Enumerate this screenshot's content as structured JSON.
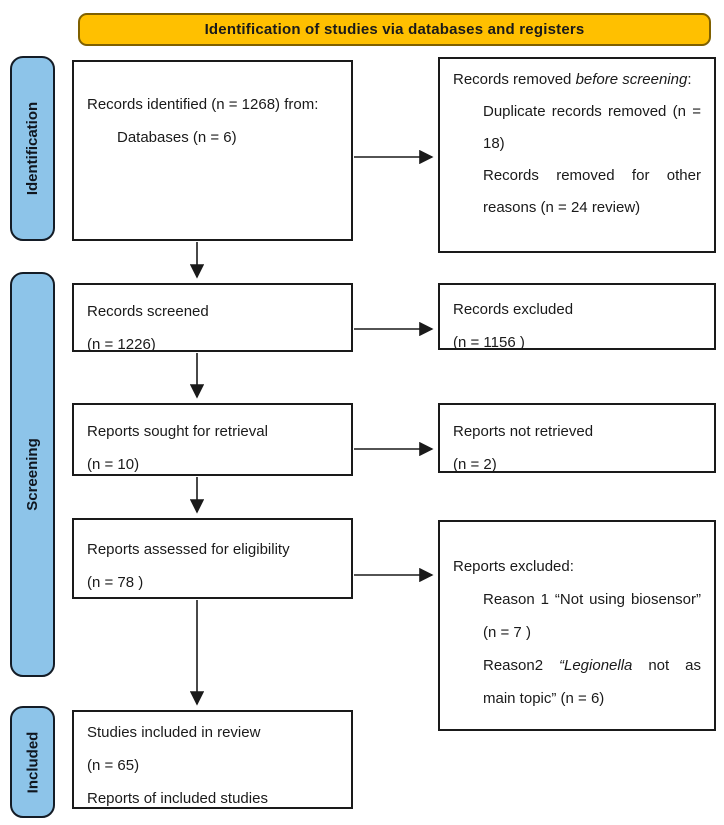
{
  "banner": {
    "label": "Identification of studies via databases and registers"
  },
  "colors": {
    "banner_fill": "#FFC000",
    "banner_border": "#7F6000",
    "stage_fill": "#8DC4E9",
    "line_color": "#1a1a1a"
  },
  "stages": [
    {
      "label": "Identification"
    },
    {
      "label": "Screening"
    },
    {
      "label": "Included"
    }
  ],
  "boxes": {
    "identified": {
      "line1": "Records identified (n = 1268) from:",
      "line2": "Databases (n = 6)"
    },
    "removed": {
      "prefix": "Records removed ",
      "italic": "before screening",
      "suffix": ":",
      "item1": "Duplicate records removed (n = 18)",
      "item2": "Records removed for other reasons (n = 24 review)"
    },
    "screened": {
      "line1": "Records screened",
      "line2": "(n = 1226)"
    },
    "records_excluded": {
      "line1": "Records excluded",
      "line2": "(n = 1156 )"
    },
    "sought": {
      "line1": "Reports sought for retrieval",
      "line2": "(n = 10)"
    },
    "not_retrieved": {
      "line1": "Reports not retrieved",
      "line2": "(n = 2)"
    },
    "assessed": {
      "line1": "Reports assessed for eligibility",
      "line2": "(n = 78 )"
    },
    "reports_excluded": {
      "title": "Reports excluded:",
      "reason1": "Reason 1 “Not using biosensor” (n = 7 )",
      "reason2_prefix": "Reason2 ",
      "reason2_italic": "“Legionella",
      "reason2_suffix": " not as main topic” (n = 6)"
    },
    "included": {
      "line1": "Studies included in review",
      "line2": "(n = 65)",
      "line3": "Reports of included studies"
    }
  }
}
